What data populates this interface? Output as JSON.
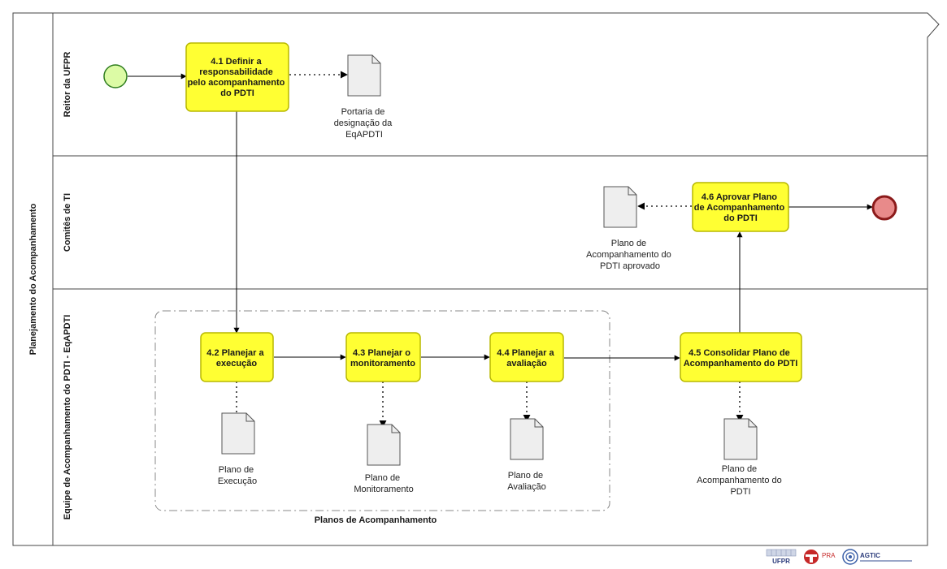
{
  "pool": {
    "label": "Planejamento do Acompanhamento"
  },
  "lanes": [
    {
      "label": "Reitor da UFPR"
    },
    {
      "label": "Comitês de TI"
    },
    {
      "label": "Equipe de Acompanhamento do PDTI - EqAPDTI"
    }
  ],
  "tasks": {
    "t41": [
      "4.1 Definir a",
      "responsabilidade",
      "pelo acompanhamento",
      "do PDTI"
    ],
    "t42": [
      "4.2 Planejar a",
      "execução"
    ],
    "t43": [
      "4.3 Planejar o",
      "monitoramento"
    ],
    "t44": [
      "4.4 Planejar a",
      "avaliação"
    ],
    "t45": [
      "4.5 Consolidar Plano de",
      "Acompanhamento do PDTI"
    ],
    "t46": [
      "4.6 Aprovar Plano",
      "de Acompanhamento",
      "do PDTI"
    ]
  },
  "documents": {
    "portaria": [
      "Portaria de",
      "designação da",
      "EqAPDTI"
    ],
    "aprovado": [
      "Plano de",
      "Acompanhamento do",
      "PDTI aprovado"
    ],
    "execucao": [
      "Plano de",
      "Execução"
    ],
    "monitoramento": [
      "Plano de",
      "Monitoramento"
    ],
    "avaliacao": [
      "Plano de",
      "Avaliação"
    ],
    "plano_pdti": [
      "Plano de",
      "Acompanhamento do",
      "PDTI"
    ]
  },
  "group": {
    "label": "Planos de Acompanhamento"
  },
  "logos": {
    "ufpr": "UFPR",
    "pra": "PRA",
    "agtic": "AGTIC"
  },
  "colors": {
    "task_fill": "#ffff33",
    "task_stroke": "#b8b800",
    "start_fill": "#dcfba5",
    "start_stroke": "#2e7d1e",
    "end_fill": "#e88a8a",
    "end_stroke": "#8b1a1a",
    "doc_fill": "#eeeeee"
  }
}
